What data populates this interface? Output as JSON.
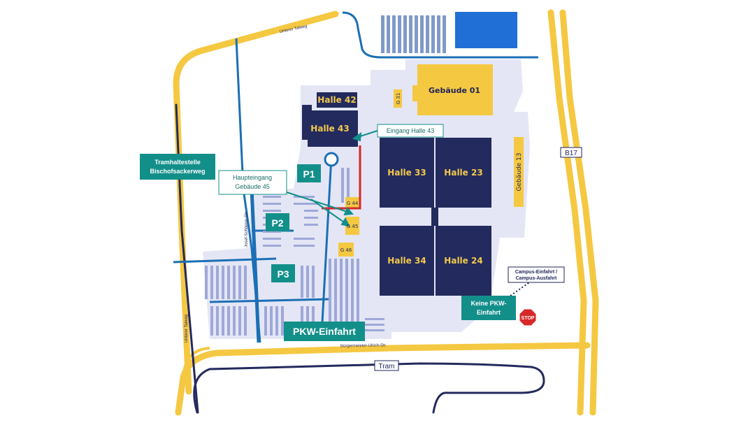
{
  "roads": {
    "unterer_talweg_top": "Unterer Talweg",
    "unterer_talweg_left": "Unterer Talweg",
    "josef_schoerer": "Josef-Schöerer-Str.",
    "buergermeister": "Bürgermeister-Ulrich-Str.",
    "b17": "B17",
    "tram": "Tram"
  },
  "buildings": {
    "halle42": "Halle 42",
    "halle43": "Halle 43",
    "halle33": "Halle 33",
    "halle23": "Halle 23",
    "halle34": "Halle 34",
    "halle24": "Halle 24",
    "gebaeude01": "Gebäude 01",
    "gebaeude13": "Gebäude 13",
    "g31": "G 31",
    "g44": "G 44",
    "g45": "G 45",
    "g46": "G 46"
  },
  "parking": {
    "p1": "P1",
    "p2": "P2",
    "p3": "P3"
  },
  "labels": {
    "tram_stop_line1": "Tramhaltestelle",
    "tram_stop_line2": "Bischofsackerweg",
    "main_entrance_line1": "Haupteingang",
    "main_entrance_line2": "Gebäude 45",
    "entrance_h43": "Eingang Halle 43",
    "campus_line1": "Campus-Einfahrt /",
    "campus_line2": "Campus-Ausfahrt",
    "no_car_line1": "Keine PKW-",
    "no_car_line2": "Einfahrt",
    "car_entrance": "PKW-Einfahrt",
    "stop_sign": "STOP"
  },
  "colors": {
    "road_yellow": "#f5c842",
    "campus": "#e4e6f5",
    "hall_navy": "#232a5e",
    "building_yellow": "#f5c842",
    "path_blue": "#1b6fb5",
    "teal": "#138f8a",
    "entrance_red": "#d62828",
    "water": "#1f6fd6"
  },
  "icons": {
    "stop": "stop-sign-icon",
    "roundabout": "roundabout-icon"
  }
}
